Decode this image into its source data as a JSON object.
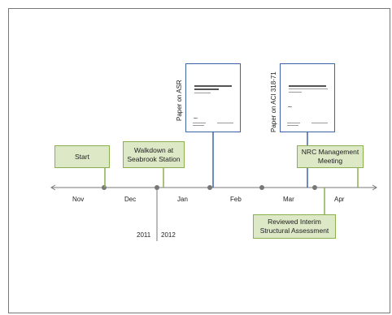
{
  "timeline": {
    "months": [
      "Nov",
      "Dec",
      "Jan",
      "Feb",
      "Mar",
      "Apr"
    ],
    "year_left": "2011",
    "year_right": "2012"
  },
  "events": {
    "start": "Start",
    "walkdown": "Walkdown at\nSeabrook Station",
    "nrc": "NRC Management\nMeeting",
    "reviewed": "Reviewed Interim\nStructural Assessment"
  },
  "papers": {
    "asr": "Paper on ASR",
    "aci": "Paper on ACI 318-71"
  },
  "colors": {
    "event_fill": "#dce8c6",
    "event_border": "#8ab04e",
    "paper_border": "#3f63a8",
    "axis": "#777777",
    "dot": "#777777"
  }
}
